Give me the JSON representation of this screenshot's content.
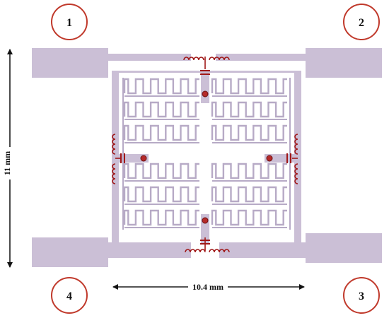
{
  "diagram": {
    "ports": [
      {
        "id": "port-1",
        "label": "1"
      },
      {
        "id": "port-2",
        "label": "2"
      },
      {
        "id": "port-3",
        "label": "3"
      },
      {
        "id": "port-4",
        "label": "4"
      }
    ],
    "dimensions": {
      "height_label": "11  mm",
      "width_label": "10.4 mm"
    },
    "colors": {
      "microstrip": "#cbbfd6",
      "port_ring": "#c0392b",
      "lumped": "#a01818",
      "via": "#b52a2a",
      "meander": "#b7aac6"
    }
  }
}
